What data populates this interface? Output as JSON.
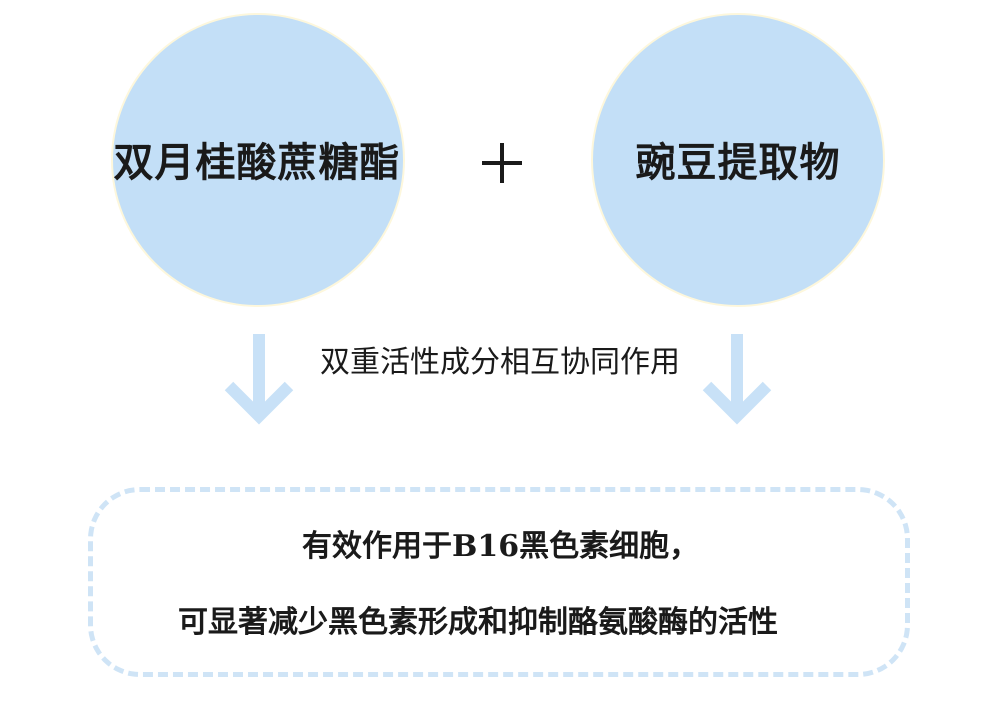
{
  "colors": {
    "circle_fill": "#c3dff7",
    "circle_outline": "#fdf7dc",
    "arrow": "#c8e1f7",
    "dashed_border": "#cfe4f6",
    "text": "#1a1a1a"
  },
  "ingredients": {
    "left": "双月桂酸蔗糖酯",
    "plus_symbol": "+",
    "right": "豌豆提取物"
  },
  "synergy_text": "双重活性成分相互协同作用",
  "arrows": {
    "left_icon": "down-arrow-icon",
    "right_icon": "down-arrow-icon"
  },
  "result": {
    "line1": "有效作用于B16黑色素细胞，",
    "line2": "可显著减少黑色素形成和抑制酪氨酸酶的活性"
  }
}
